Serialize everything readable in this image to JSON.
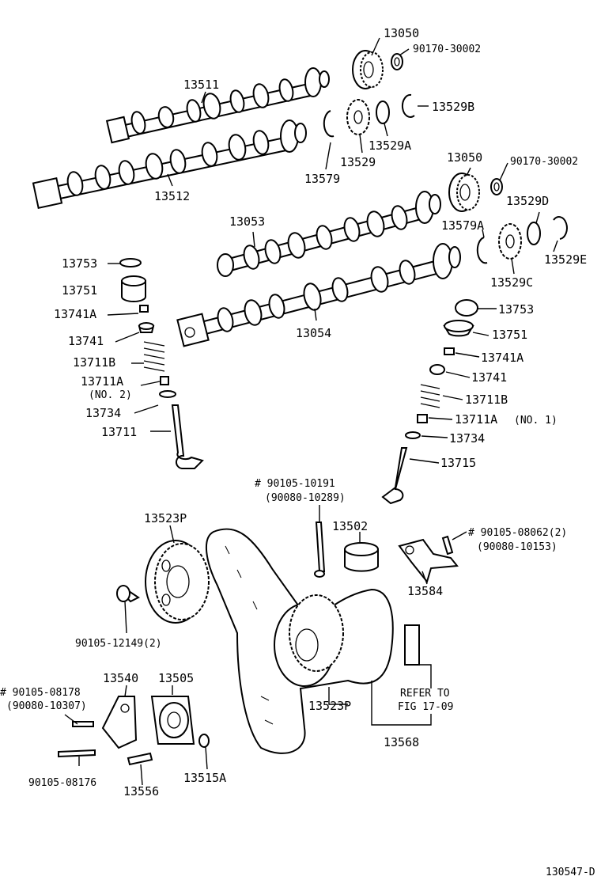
{
  "diagram": {
    "code": "130547-D",
    "labels": {
      "p13050_top": "13050",
      "p90170_top": "90170-30002",
      "p13511": "13511",
      "p13529B": "13529B",
      "p13529A": "13529A",
      "p13529": "13529",
      "p13579": "13579",
      "p13512": "13512",
      "p13050_mid": "13050",
      "p90170_mid": "90170-30002",
      "p13529D": "13529D",
      "p13053": "13053",
      "p13579A": "13579A",
      "p13529E": "13529E",
      "p13529C": "13529C",
      "p13753_l": "13753",
      "p13751_l": "13751",
      "p13741A_l": "13741A",
      "p13741_l": "13741",
      "p13711B_l": "13711B",
      "p13711A_l": "13711A",
      "p13711A_l_sub": "(NO. 2)",
      "p13734_l": "13734",
      "p13711": "13711",
      "p13054": "13054",
      "p13753_r": "13753",
      "p13751_r": "13751",
      "p13741A_r": "13741A",
      "p13741_r": "13741",
      "p13711B_r": "13711B",
      "p13711A_r": "13711A",
      "p13711A_r_sub": "(NO. 1)",
      "p13734_r": "13734",
      "p13715": "13715",
      "p90105_10191": "# 90105-10191",
      "p90080_10289": "(90080-10289)",
      "p13523P_top": "13523P",
      "p13502": "13502",
      "p90105_08062": "# 90105-08062(2)",
      "p90080_10153": "(90080-10153)",
      "p13584": "13584",
      "p90105_12149": "90105-12149(2)",
      "p90105_08178": "# 90105-08178",
      "p90080_10307": "(90080-10307)",
      "p13540": "13540",
      "p13505": "13505",
      "p13523P_bot": "13523P",
      "refer_to": "REFER TO",
      "refer_fig": "FIG 17-09",
      "p13568": "13568",
      "p90105_08176": "90105-08176",
      "p13556": "13556",
      "p13515A": "13515A"
    }
  }
}
